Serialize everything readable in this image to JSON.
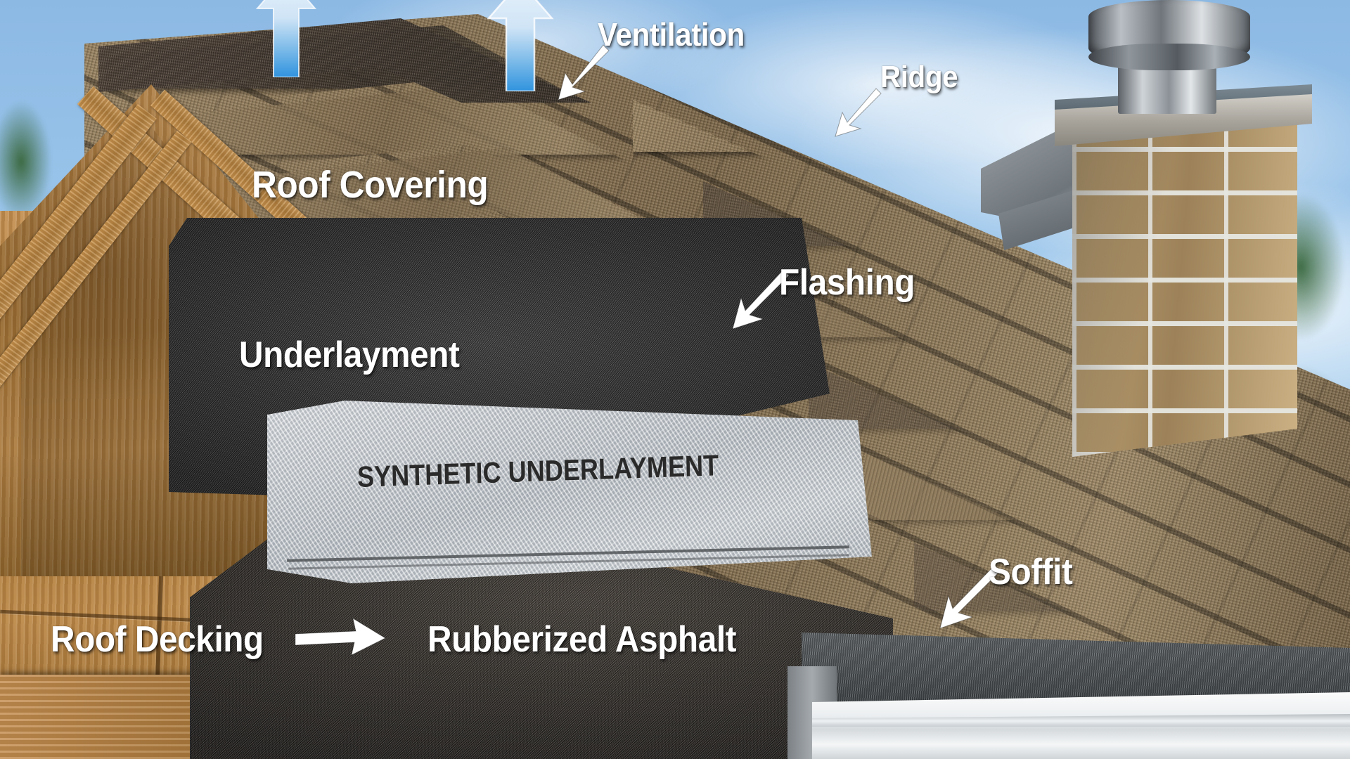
{
  "scene": {
    "title": "Roof Assembly Cutaway Diagram",
    "subject": "residential asphalt shingle roof layers"
  },
  "colors": {
    "label_text": "#ffffff",
    "label_text_dark": "#2a2a2a",
    "sky": "#9ec8ec",
    "vent_arrow_top": "#dceaf8",
    "vent_arrow_bottom": "#3f9ae0",
    "shingle_tan": "#8a7354",
    "felt_black": "#2c2c2c",
    "synthetic_gray": "#c3c7cb",
    "rubberized_asphalt": "#2a2723",
    "plywood": "#b07f3f",
    "brick": "#b09468",
    "gutter_white": "#f2f4f5"
  },
  "labels": [
    {
      "id": "ventilation",
      "text": "Ventilation",
      "style": "light"
    },
    {
      "id": "ridge",
      "text": "Ridge",
      "style": "light"
    },
    {
      "id": "roof_covering",
      "text": "Roof Covering",
      "style": "light"
    },
    {
      "id": "flashing",
      "text": "Flashing",
      "style": "light"
    },
    {
      "id": "underlayment",
      "text": "Underlayment",
      "style": "light"
    },
    {
      "id": "synthetic",
      "text": "SYNTHETIC UNDERLAYMENT",
      "style": "dark"
    },
    {
      "id": "soffit",
      "text": "Soffit",
      "style": "light"
    },
    {
      "id": "roof_decking",
      "text": "Roof Decking",
      "style": "light"
    },
    {
      "id": "rubberized",
      "text": "Rubberized Asphalt",
      "style": "light"
    }
  ],
  "label_text": {
    "ventilation": "Ventilation",
    "ridge": "Ridge",
    "roof_covering": "Roof Covering",
    "flashing": "Flashing",
    "underlayment": "Underlayment",
    "synthetic_underlayment": "SYNTHETIC UNDERLAYMENT",
    "soffit": "Soffit",
    "roof_decking": "Roof Decking",
    "rubberized_asphalt": "Rubberized Asphalt"
  },
  "components": {
    "chimney": "brick chimney with stainless flue cap",
    "gutter": "white eave gutter",
    "vent_arrows": 2,
    "pointer_arrows": 5
  }
}
